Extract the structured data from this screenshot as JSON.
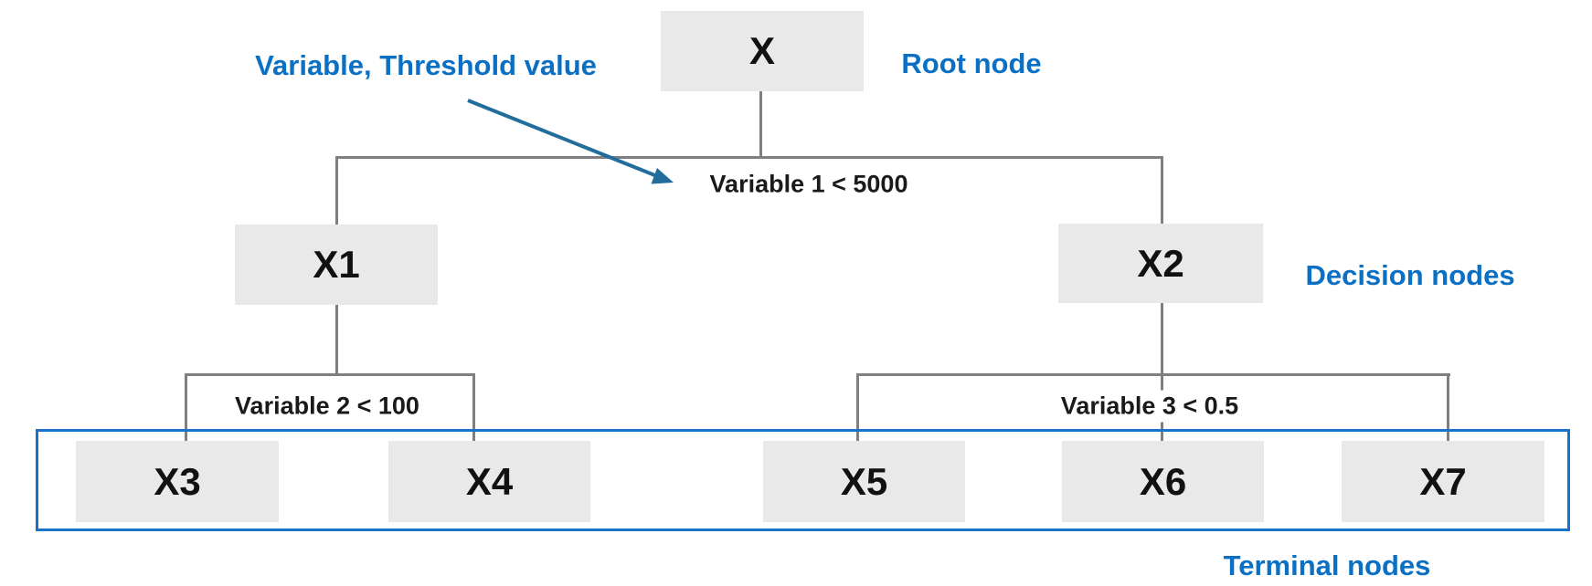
{
  "diagram": {
    "type": "decision-tree",
    "nodes": {
      "root": {
        "label": "X",
        "role": "root node"
      },
      "x1": {
        "label": "X1",
        "role": "decision node"
      },
      "x2": {
        "label": "X2",
        "role": "decision node"
      },
      "x3": {
        "label": "X3",
        "role": "terminal node"
      },
      "x4": {
        "label": "X4",
        "role": "terminal node"
      },
      "x5": {
        "label": "X5",
        "role": "terminal node"
      },
      "x6": {
        "label": "X6",
        "role": "terminal node"
      },
      "x7": {
        "label": "X7",
        "role": "terminal node"
      }
    },
    "splits": [
      {
        "parent": "X",
        "condition": "Variable 1 < 5000",
        "children": [
          "X1",
          "X2"
        ]
      },
      {
        "parent": "X1",
        "condition": "Variable 2 < 100",
        "children": [
          "X3",
          "X4"
        ]
      },
      {
        "parent": "X2",
        "condition": "Variable 3 < 0.5",
        "children": [
          "X5",
          "X6",
          "X7"
        ]
      }
    ],
    "annotations": {
      "variable_threshold": "Variable, Threshold value",
      "root_node": "Root node",
      "decision_nodes": "Decision nodes",
      "terminal_nodes": "Terminal nodes"
    },
    "colors": {
      "annotation_blue": "#0b70c3",
      "arrow_blue": "#216d9c",
      "terminal_box_border": "#1a73c8",
      "node_fill": "#e9e9e9",
      "connector_gray": "#7f7f7f"
    }
  }
}
